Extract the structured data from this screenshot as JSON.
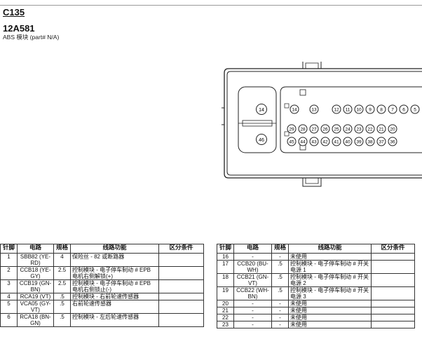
{
  "header": {
    "code": "C135",
    "part": "12A581",
    "description": "ABS 模块 (part# N/A)"
  },
  "connector": {
    "pins_row1": [
      "14",
      "13",
      "12",
      "11",
      "10",
      "9",
      "8",
      "7",
      "6",
      "5"
    ],
    "pins_row2": [
      "29",
      "28",
      "27",
      "26",
      "25",
      "24",
      "23",
      "22",
      "21",
      "20"
    ],
    "pins_row3": [
      "45",
      "44",
      "43",
      "42",
      "41",
      "40",
      "39",
      "38",
      "37",
      "36"
    ],
    "large_pins": [
      "14",
      "46"
    ]
  },
  "table_headers": {
    "pin": "针脚",
    "circuit": "电路",
    "gauge": "规格",
    "function": "线路功能",
    "condition": "区分条件"
  },
  "left_rows": [
    {
      "pin": "1",
      "circuit": "SBB82 (YE-RD)",
      "gauge": "4",
      "function": "保险丝 - 82 或断路器",
      "condition": ""
    },
    {
      "pin": "2",
      "circuit": "CCB18 (YE-GY)",
      "gauge": "2.5",
      "function": "控制模块 - 电子停车制动 # EPB 电机右侧解锁(+)",
      "condition": ""
    },
    {
      "pin": "3",
      "circuit": "CCB19 (GN-BN)",
      "gauge": "2.5",
      "function": "控制模块 - 电子停车制动 # EPB 电机右侧锁止(-)",
      "condition": ""
    },
    {
      "pin": "4",
      "circuit": "RCA19 (VT)",
      ".gauge": "",
      "gauge": ".5",
      "function": "控制模块 - 右前轮速传感器",
      "condition": ""
    },
    {
      "pin": "5",
      "circuit": "VCA05 (GY-VT)",
      "gauge": ".5",
      "function": "右前轮速传感器",
      "condition": ""
    },
    {
      "pin": "6",
      "circuit": "RCA18 (BN-GN)",
      "gauge": ".5",
      "function": "控制模块 - 左后轮速传感器",
      "condition": ""
    }
  ],
  "right_rows": [
    {
      "pin": "16",
      "circuit": "-",
      "gauge": "-",
      "function": "未使用",
      "condition": ""
    },
    {
      "pin": "17",
      "circuit": "CCB20 (BU-WH)",
      "gauge": ".5",
      "function": "控制模块 - 电子停车制动 # 开关电源 1",
      "condition": ""
    },
    {
      "pin": "18",
      "circuit": "CCB21 (GN-VT)",
      "gauge": ".5",
      "function": "控制模块 - 电子停车制动 # 开关电源 2",
      "condition": ""
    },
    {
      "pin": "19",
      "circuit": "CCB22 (WH-BN)",
      "gauge": ".5",
      "function": "控制模块 - 电子停车制动 # 开关电源 3",
      "condition": ""
    },
    {
      "pin": "20",
      "circuit": "-",
      "gauge": "-",
      "function": "未使用",
      "condition": ""
    },
    {
      "pin": "21",
      "circuit": "-",
      "gauge": "-",
      "function": "未使用",
      "condition": ""
    },
    {
      "pin": "22",
      "circuit": "-",
      "gauge": "-",
      "function": "未使用",
      "condition": ""
    },
    {
      "pin": "23",
      "circuit": "-",
      "gauge": "-",
      "function": "未使用",
      "condition": ""
    }
  ]
}
